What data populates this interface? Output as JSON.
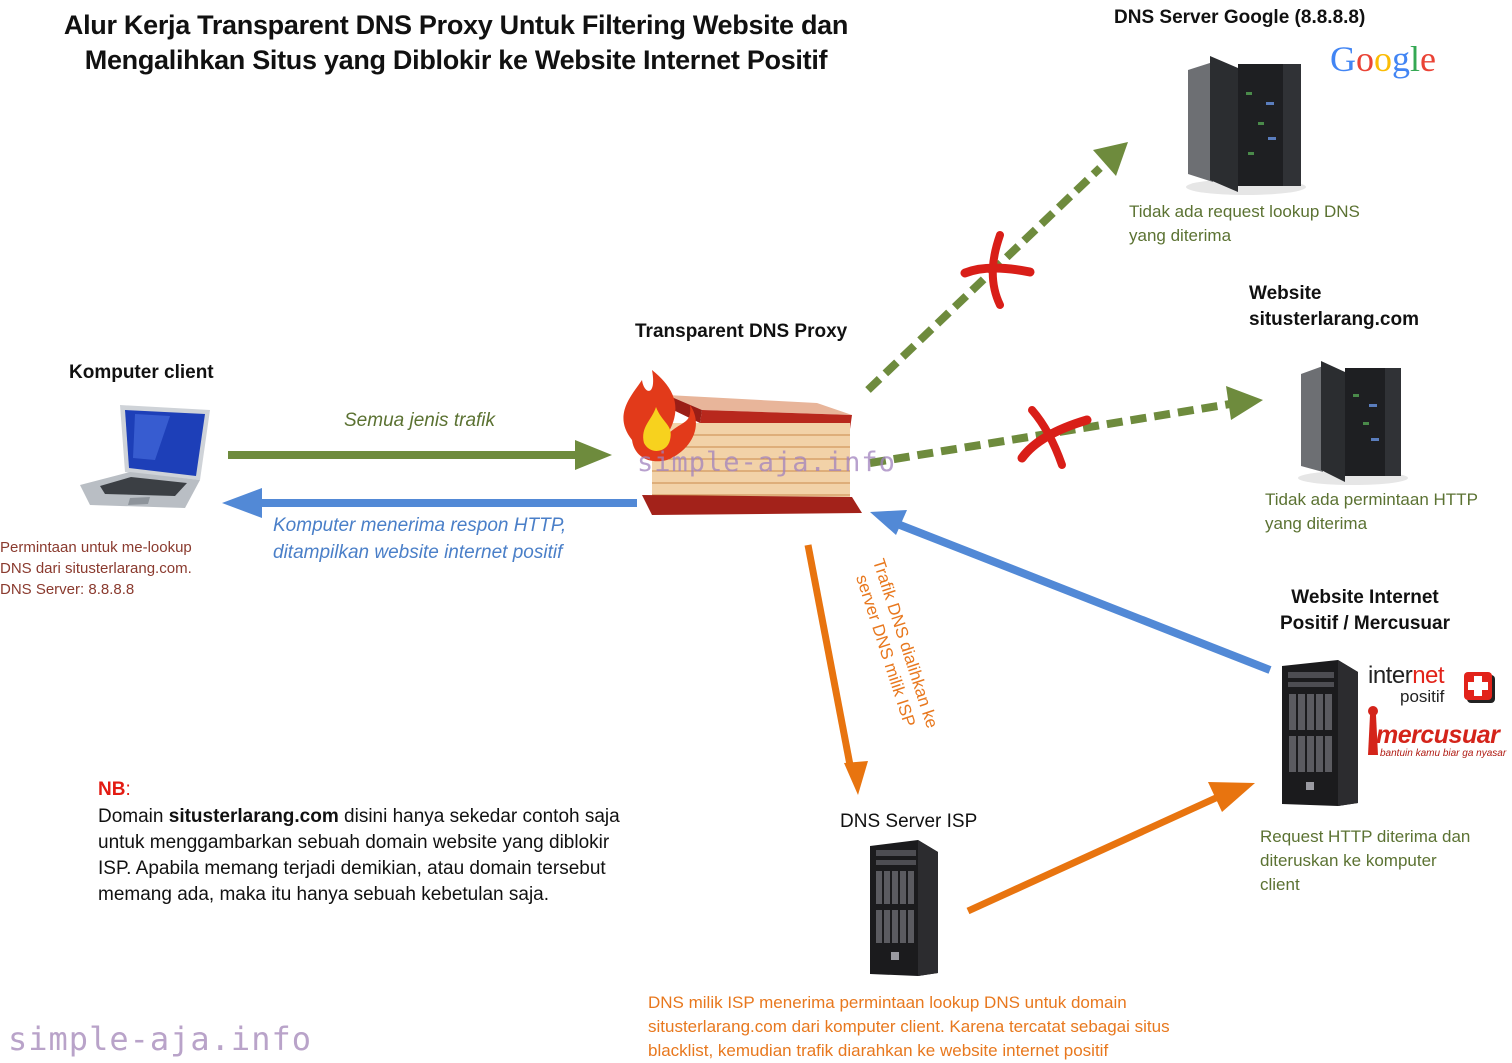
{
  "title": {
    "line1": "Alur Kerja Transparent DNS Proxy Untuk Filtering Website dan",
    "line2": "Mengalihkan Situs yang Diblokir ke Website Internet Positif"
  },
  "nodes": {
    "client": {
      "label": "Komputer client",
      "icon": "laptop-icon",
      "note": [
        "Permintaan untuk me-lookup",
        "DNS dari situsterlarang.com.",
        "DNS Server: 8.8.8.8"
      ]
    },
    "proxy": {
      "label": "Transparent DNS Proxy",
      "icon": "firewall-icon",
      "watermark": "simple-aja.info"
    },
    "google_dns": {
      "label": "DNS Server Google (8.8.8.8)",
      "icon": "server-rack-icon",
      "logo": [
        "G",
        "o",
        "o",
        "g",
        "l",
        "e"
      ],
      "note": [
        "Tidak ada request lookup DNS",
        "yang diterima"
      ]
    },
    "blocked_site": {
      "label": [
        "Website",
        "situsterlarang.com"
      ],
      "icon": "server-rack-icon",
      "note": [
        "Tidak ada permintaan HTTP",
        "yang diterima"
      ]
    },
    "positive_site": {
      "label": [
        "Website Internet",
        "Positif / Mercusuar"
      ],
      "icon": "tower-server-icon",
      "logo_internet": "inter",
      "logo_net": "net",
      "logo_positif": "positif",
      "logo_mercusuar": "mercusuar",
      "logo_tagline": "bantuin kamu biar ga nyasar",
      "note": [
        "Request HTTP diterima dan",
        "diteruskan ke komputer",
        "client"
      ]
    },
    "isp_dns": {
      "label": "DNS Server ISP",
      "icon": "tower-server-icon",
      "note": [
        "DNS milik ISP menerima permintaan lookup DNS untuk domain",
        "situsterlarang.com dari komputer client. Karena tercatat sebagai situs",
        "blacklist, kemudian trafik diarahkan ke website internet positif"
      ]
    }
  },
  "edges": {
    "all_traffic": "Semua jenis trafik",
    "http_response": [
      "Komputer menerima respon HTTP,",
      "ditampilkan website internet positif"
    ],
    "dns_redirect": [
      "Trafik DNS dialihkan ke",
      "server DNS milik ISP"
    ]
  },
  "nb": {
    "heading": "NB",
    "colon": ":",
    "domain_word": "Domain ",
    "domain_bold": "situsterlarang.com",
    "line1_rest": " disini hanya sekedar contoh saja",
    "line2": "untuk menggambarkan sebuah domain website yang diblokir",
    "line3": "ISP. Apabila memang terjadi demikian, atau domain tersebut",
    "line4": "memang ada, maka itu hanya sebuah kebetulan saja."
  },
  "watermark": "simple-aja.info",
  "colors": {
    "green": "#6e8b3d",
    "blue": "#5289d6",
    "orange": "#e8740f",
    "red_x": "#d91e18"
  }
}
